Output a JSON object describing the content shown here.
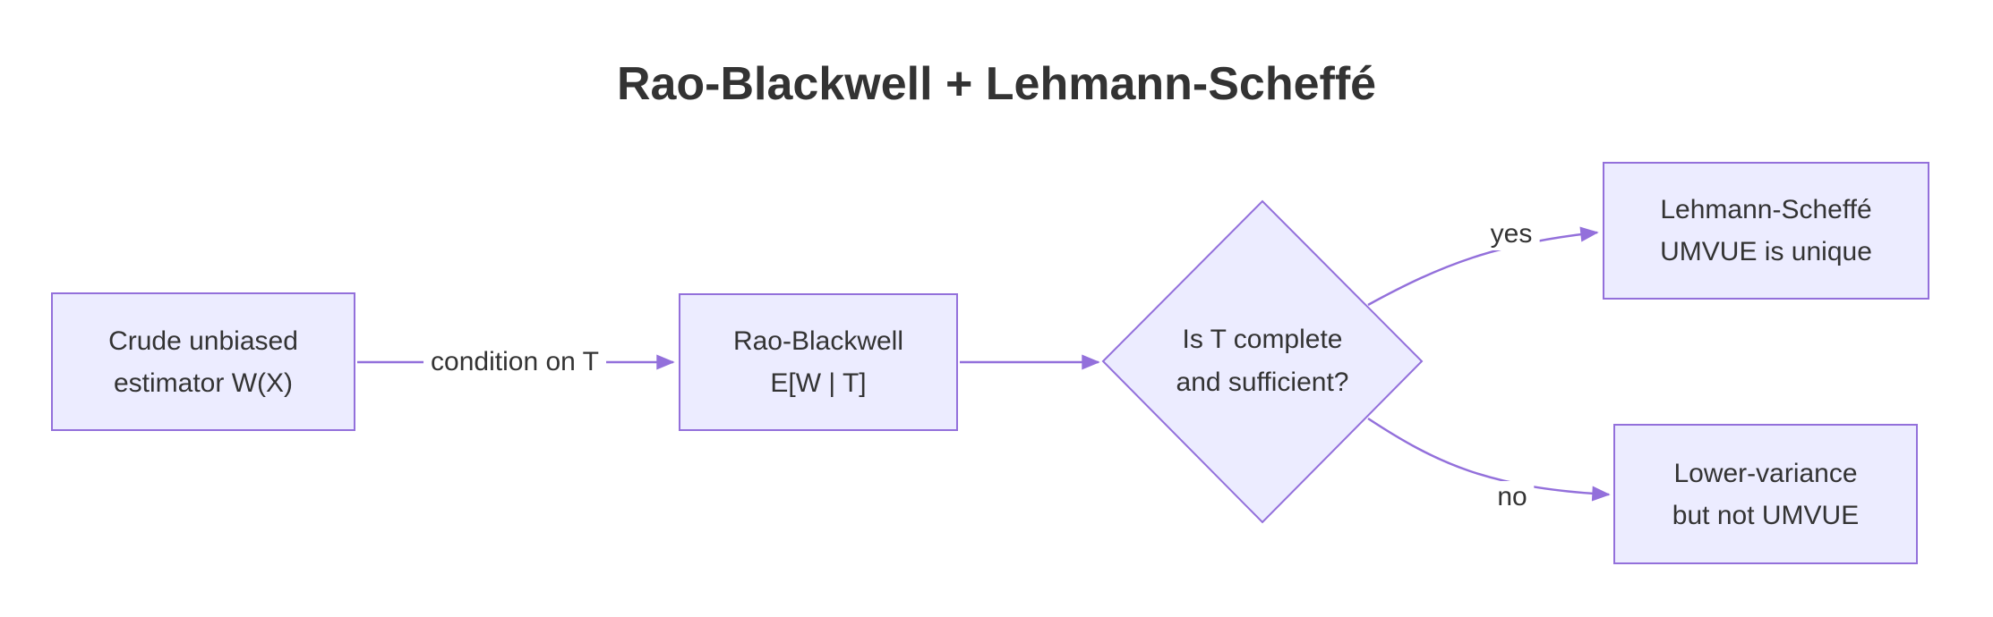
{
  "title": "Rao-Blackwell + Lehmann-Scheffé",
  "diagram_type": "flowchart-left-to-right",
  "colors": {
    "background": "#FFFFFF",
    "node_fill": "#ECECFF",
    "node_border": "#9370DB",
    "edge_line": "#9370DB",
    "text": "#333333"
  },
  "nodes": [
    {
      "id": "crude",
      "shape": "rectangle",
      "line1": "Crude unbiased",
      "line2": "estimator W(X)"
    },
    {
      "id": "rao_blackwell",
      "shape": "rectangle",
      "line1": "Rao-Blackwell",
      "line2": "E[W | T]"
    },
    {
      "id": "decision",
      "shape": "diamond",
      "line1": "Is T complete",
      "line2": "and sufficient?"
    },
    {
      "id": "lehmann_scheffe",
      "shape": "rectangle",
      "line1": "Lehmann-Scheffé",
      "line2": "UMVUE is unique"
    },
    {
      "id": "lower_variance",
      "shape": "rectangle",
      "line1": "Lower-variance",
      "line2": "but not UMVUE"
    }
  ],
  "edges": [
    {
      "from": "crude",
      "to": "rao_blackwell",
      "label": "condition on T"
    },
    {
      "from": "rao_blackwell",
      "to": "decision",
      "label": ""
    },
    {
      "from": "decision",
      "to": "lehmann_scheffe",
      "label": "yes"
    },
    {
      "from": "decision",
      "to": "lower_variance",
      "label": "no"
    }
  ]
}
